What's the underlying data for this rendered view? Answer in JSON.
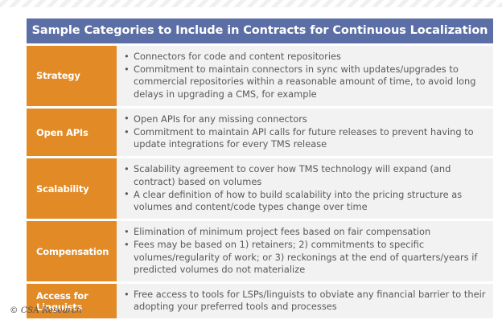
{
  "decor": {
    "hatch_band": "diagonal-stripe-band",
    "stripe_color": "#f0f0f0",
    "background_color": "#ffffff"
  },
  "colors": {
    "header_blue": "#5b6fa6",
    "label_orange": "#e18a26",
    "body_gray": "#f2f2f2",
    "body_text": "#59595b",
    "header_text": "#ffffff"
  },
  "table": {
    "title": "Sample Categories to Include in Contracts for Continuous Localization",
    "rows": [
      {
        "label": "Strategy",
        "bullets": [
          "Connectors for code and content repositories",
          "Commitment to maintain connectors in sync with updates/upgrades to commercial repositories within a reasonable amount of time, to avoid long delays in upgrading a CMS, for example"
        ]
      },
      {
        "label": "Open APIs",
        "bullets": [
          "Open APIs for any missing connectors",
          "Commitment to maintain API calls for future releases to prevent having to update integrations for every TMS release"
        ]
      },
      {
        "label": "Scalability",
        "bullets": [
          "Scalability agreement to cover how TMS technology will expand (and contract) based on volumes",
          "A clear definition of how to build scalability into the pricing structure as volumes and content/code types change over time"
        ]
      },
      {
        "label": "Compensation",
        "bullets": [
          "Elimination of minimum project fees based on fair compensation",
          "Fees may be based on 1) retainers; 2) commitments to specific volumes/regularity of work; or 3) reckonings at the end of quarters/years if predicted volumes do not materialize"
        ]
      },
      {
        "label": "Access for Linguists",
        "bullets": [
          "Free access to tools for LSPs/linguists to obviate any financial barrier to their adopting your preferred tools and processes"
        ]
      }
    ]
  },
  "footer": {
    "credit": "© CSA Research"
  }
}
